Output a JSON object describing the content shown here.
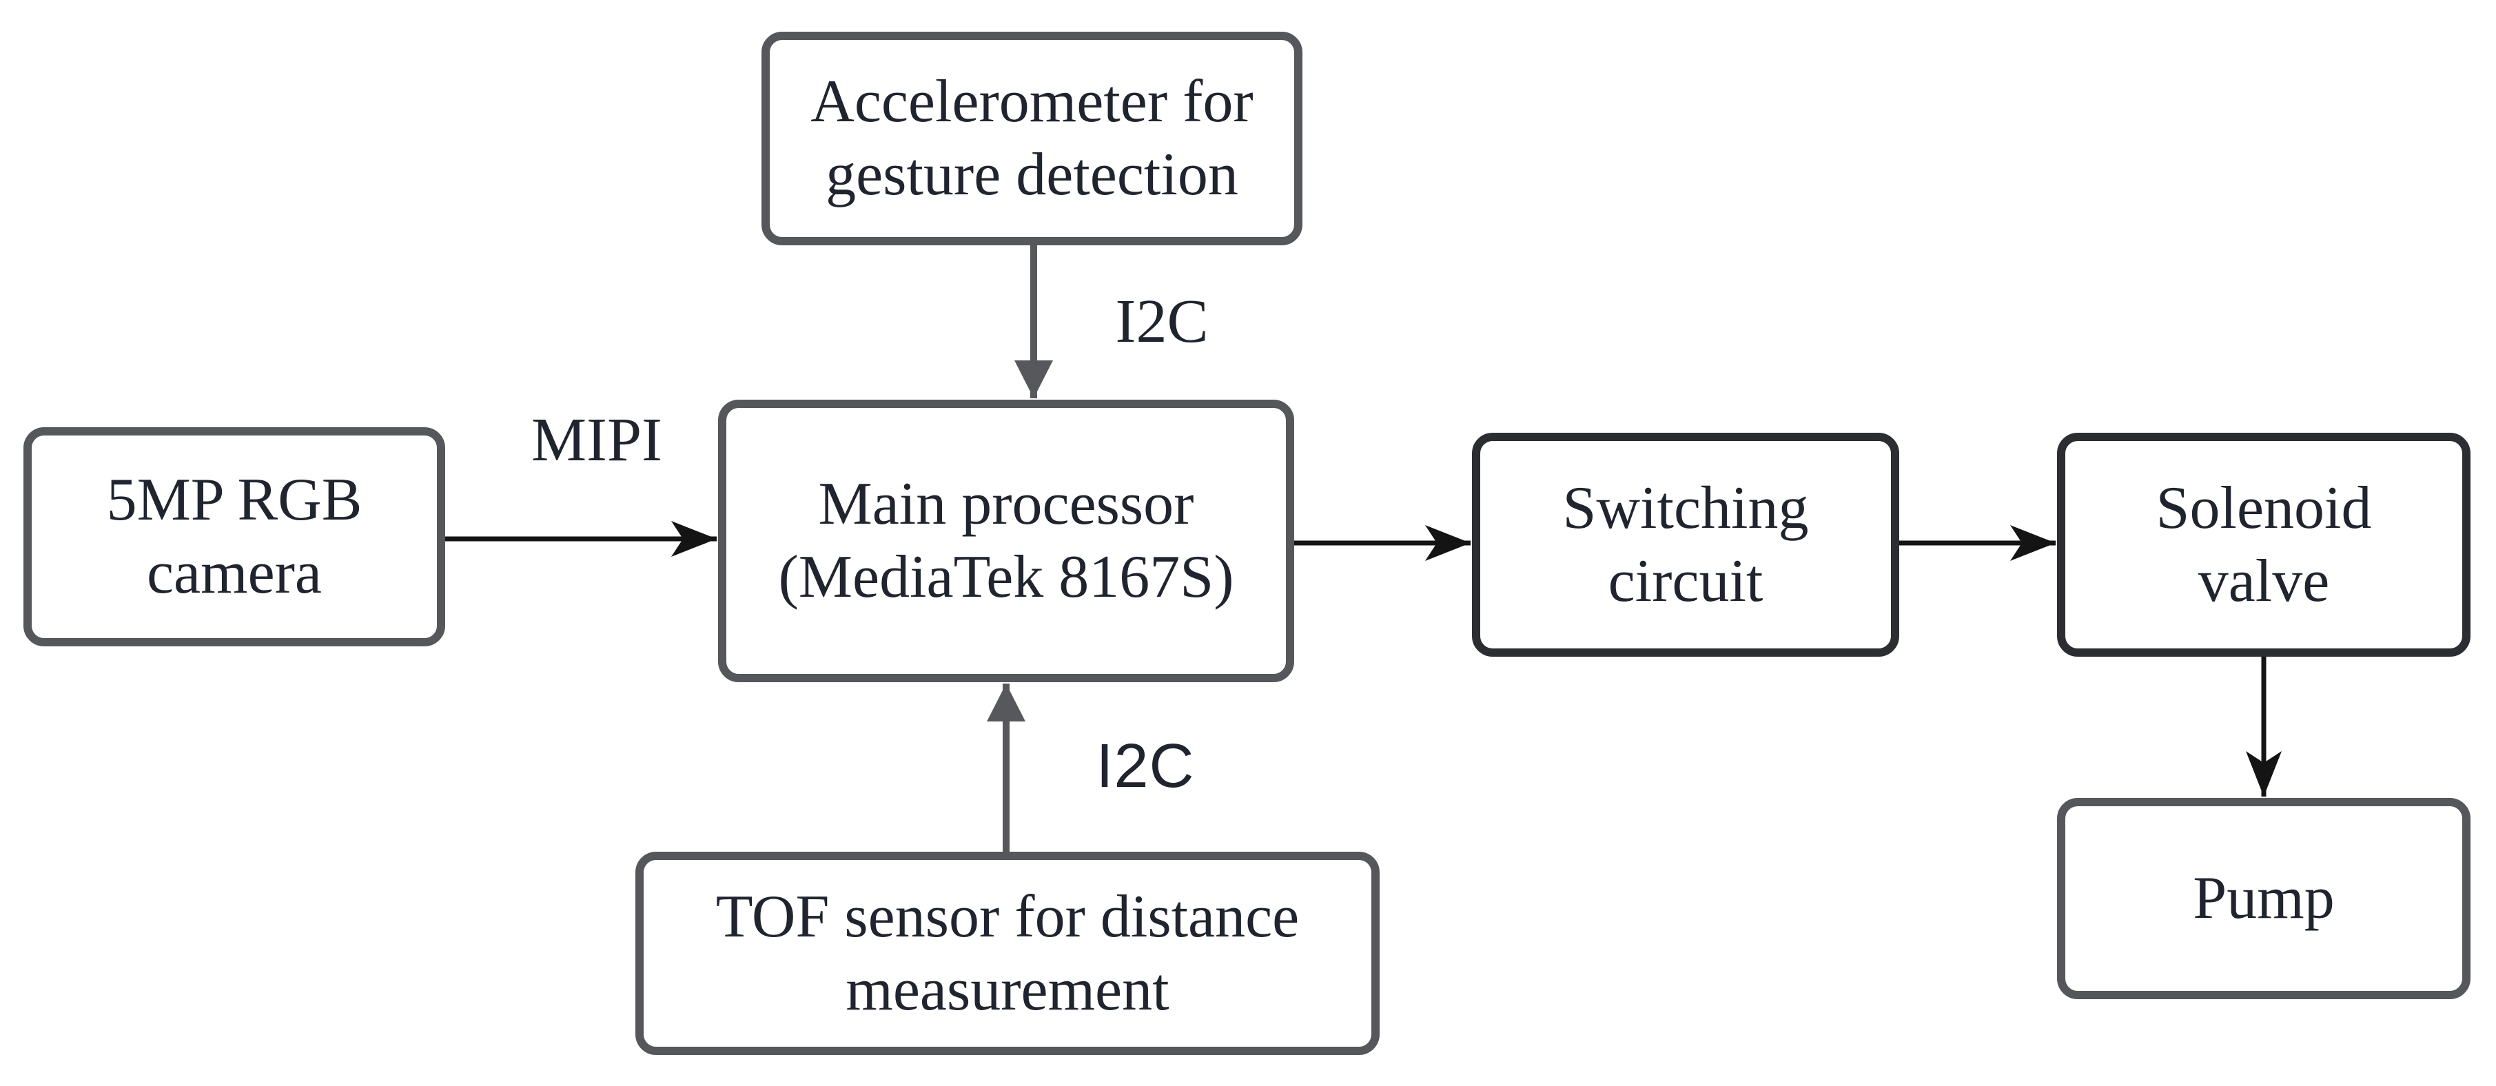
{
  "colors": {
    "background": "#ffffff",
    "box_fill": "#ffffff",
    "border_gray": "#55575a",
    "border_dark": "#2b2d31",
    "text": "#20242e",
    "arrow_black": "#141414",
    "arrow_gray": "#57585b"
  },
  "boxes": {
    "accelerometer": {
      "lines": [
        "Accelerometer for",
        "gesture detection"
      ]
    },
    "camera": {
      "lines": [
        "5MP RGB",
        "camera"
      ]
    },
    "processor": {
      "lines": [
        "Main processor",
        "(MediaTek 8167S)"
      ]
    },
    "switching": {
      "lines": [
        "Switching",
        "circuit"
      ]
    },
    "solenoid": {
      "lines": [
        "Solenoid",
        "valve"
      ]
    },
    "pump": {
      "lines": [
        "Pump"
      ]
    },
    "tof": {
      "lines": [
        "TOF sensor for distance",
        "measurement"
      ]
    }
  },
  "labels": {
    "mipi": "MIPI",
    "i2c_top": "I2C",
    "i2c_bottom": "I2C"
  },
  "edges": [
    {
      "from": "5MP RGB camera",
      "to": "Main processor (MediaTek 8167S)",
      "label": "MIPI"
    },
    {
      "from": "Accelerometer for gesture detection",
      "to": "Main processor (MediaTek 8167S)",
      "label": "I2C"
    },
    {
      "from": "TOF sensor for distance measurement",
      "to": "Main processor (MediaTek 8167S)",
      "label": "I2C"
    },
    {
      "from": "Main processor (MediaTek 8167S)",
      "to": "Switching circuit",
      "label": ""
    },
    {
      "from": "Switching circuit",
      "to": "Solenoid valve",
      "label": ""
    },
    {
      "from": "Solenoid valve",
      "to": "Pump",
      "label": ""
    }
  ]
}
